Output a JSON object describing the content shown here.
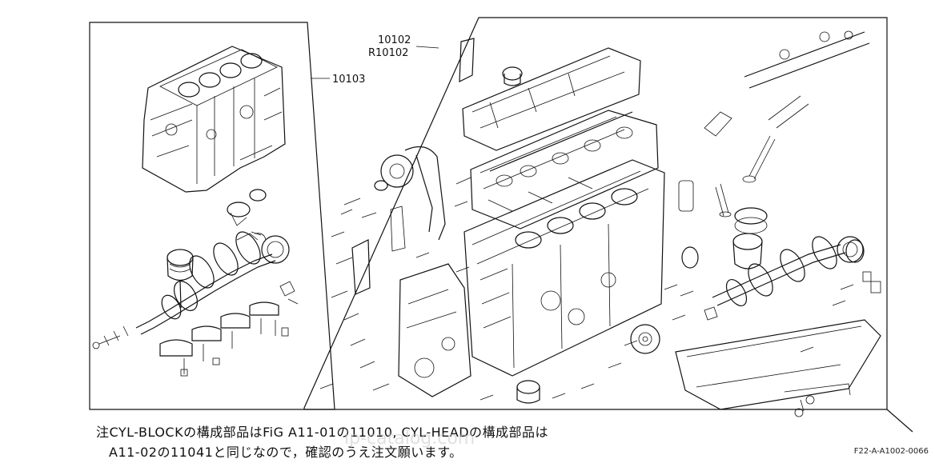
{
  "diagram": {
    "callouts": {
      "block_part": "10103",
      "engine_part_1": "10102",
      "engine_part_2": "R10102"
    },
    "note": {
      "line1": "注CYL-BLOCKの構成部品はFiG A11-01の11010, CYL-HEADの構成部品は",
      "line2": "A11-02の11041と同じなので，確認のうえ注文願います。"
    },
    "figure_code": "F22-A-A1002-0066",
    "watermark": "ip-catalog.com"
  }
}
